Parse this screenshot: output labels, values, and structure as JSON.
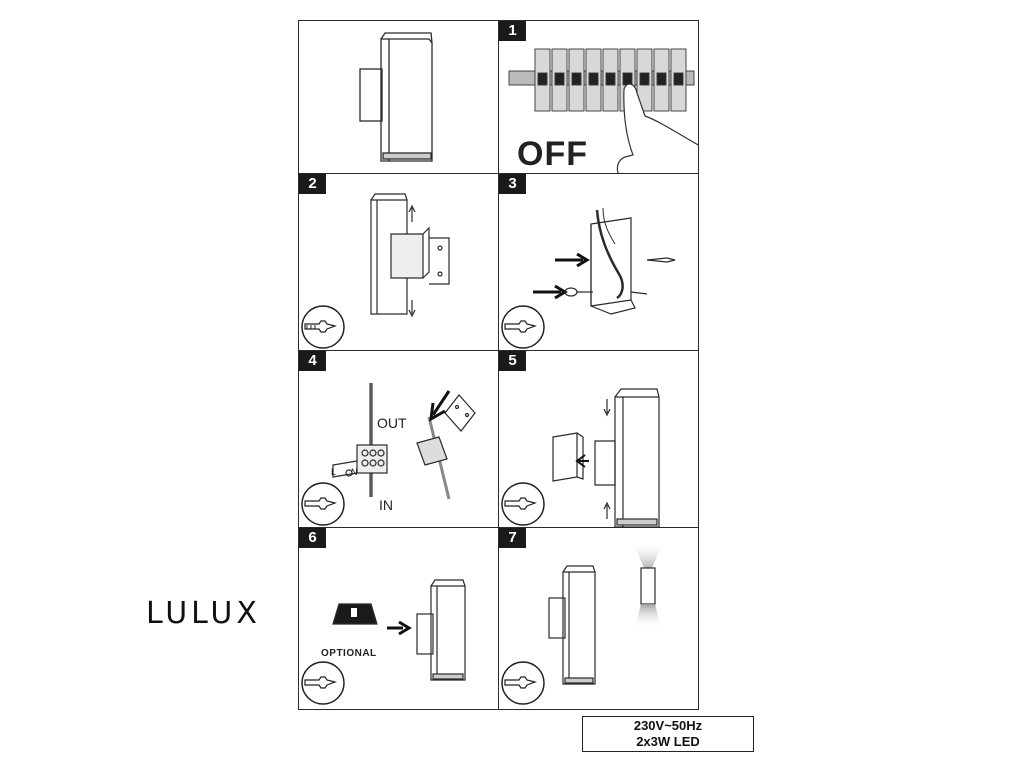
{
  "brand": {
    "name": "LULUX"
  },
  "spec": {
    "line1": "230V~50Hz",
    "line2": "2x3W LED"
  },
  "steps": [
    {
      "number": "",
      "caption": ""
    },
    {
      "number": "1",
      "caption": "OFF"
    },
    {
      "number": "2",
      "caption": ""
    },
    {
      "number": "3",
      "caption": ""
    },
    {
      "number": "4",
      "labels": {
        "out": "OUT",
        "in": "IN",
        "l": "L",
        "n": "N"
      }
    },
    {
      "number": "5",
      "caption": ""
    },
    {
      "number": "6",
      "caption": "OPTIONAL"
    },
    {
      "number": "7",
      "caption": ""
    }
  ],
  "icons": {
    "tool": "screwdriver-icon",
    "breaker": "circuit-breaker-icon",
    "hand": "hand-icon",
    "lamp": "wall-lamp-icon"
  },
  "colors": {
    "line": "#2a2a2a",
    "dark": "#1a1a1a",
    "background": "#ffffff"
  }
}
